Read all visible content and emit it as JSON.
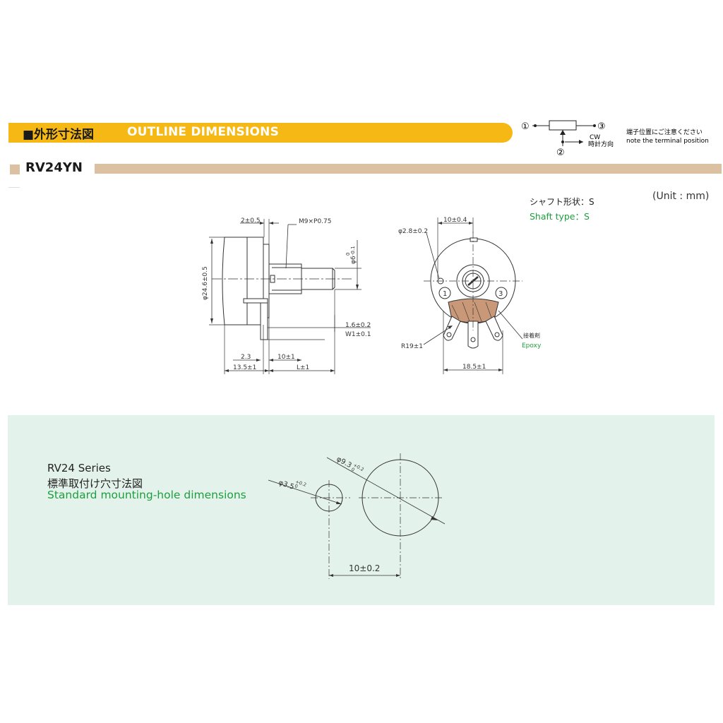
{
  "header": {
    "title_ja": "■外形寸法図",
    "title_en": "OUTLINE DIMENSIONS"
  },
  "model": {
    "name": "RV24YN"
  },
  "terminal_note": {
    "t1": "①",
    "t2": "②",
    "t3": "③",
    "cw": "CW",
    "cw_ja": "時計方向",
    "note_ja": "端子位置にご注意ください",
    "note_en": "note the terminal position"
  },
  "unit": "(Unit : mm)",
  "shaft": {
    "ja": "シャフト形状：S",
    "en": "Shaft type：S"
  },
  "side_view": {
    "d_2_05": "2±0.5",
    "d_m9": "M9×P0.75",
    "d_dia246": "φ24.6±0.5",
    "d_dia6": "φ6",
    "d_dia6_tol_top": "0",
    "d_dia6_tol_bot": "-0.1",
    "d_16": "1.6±0.2",
    "d_w1": "W1±0.1",
    "d_23": "2.3",
    "d_10": "10±1",
    "d_135": "13.5±1",
    "d_l": "L±1"
  },
  "front_view": {
    "d_dia28": "φ2.8±0.2",
    "d_10_04": "10±0.4",
    "d_r19": "R19±1",
    "d_185": "18.5±1",
    "epoxy_ja": "接着剤",
    "epoxy_en": "Epoxy",
    "term1": "1",
    "term3": "3"
  },
  "mounting": {
    "series": "RV24 Series",
    "title_ja": "標準取付け穴寸法図",
    "title_en": "Standard mounting-hole dimensions",
    "d_small": "φ3.5",
    "d_small_tol_top": "+0.2",
    "d_small_tol_bot": "0",
    "d_large": "φ9.3",
    "d_large_tol_top": "+0.2",
    "d_large_tol_bot": "0",
    "d_pitch": "10±0.2"
  },
  "colors": {
    "header_yellow": "#f6b814",
    "model_tan": "#dcc0a2",
    "accent_green": "#1e9e3e",
    "panel_mint": "#e4f2ec",
    "epoxy_brown": "#c89878"
  }
}
